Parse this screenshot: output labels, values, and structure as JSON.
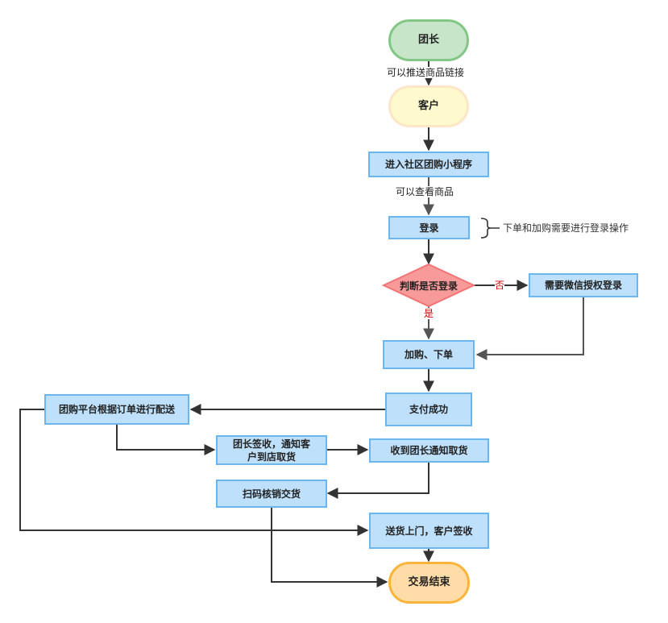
{
  "diagram": {
    "type": "flowchart",
    "nodes": {
      "start": "团长",
      "customer": "客户",
      "enter_miniprogram": "进入社区团购小程序",
      "login": "登录",
      "check_login": "判断是否登录",
      "wechat_auth": "需要微信授权登录",
      "add_order": "加购、下单",
      "payment_success": "支付成功",
      "platform_delivery": "团购平台根据订单进行配送",
      "leader_sign": "团长签收，通知客户到店取货",
      "receive_notice": "收到团长通知取货",
      "scan_verify": "扫码核销交货",
      "home_delivery": "送货上门，客户签收",
      "end": "交易结束"
    },
    "edge_labels": {
      "push_link": "可以推送商品链接",
      "view_goods": "可以查看商品",
      "no": "否",
      "yes": "是"
    },
    "annotations": {
      "login_note": "下单和加购需要进行登录操作"
    },
    "edges": [
      {
        "from": "start",
        "to": "customer",
        "label": "可以推送商品链接"
      },
      {
        "from": "customer",
        "to": "enter_miniprogram"
      },
      {
        "from": "enter_miniprogram",
        "to": "login",
        "label": "可以查看商品"
      },
      {
        "from": "login",
        "to": "check_login"
      },
      {
        "from": "check_login",
        "to": "wechat_auth",
        "label": "否"
      },
      {
        "from": "check_login",
        "to": "add_order",
        "label": "是"
      },
      {
        "from": "wechat_auth",
        "to": "add_order"
      },
      {
        "from": "add_order",
        "to": "payment_success"
      },
      {
        "from": "payment_success",
        "to": "platform_delivery"
      },
      {
        "from": "platform_delivery",
        "to": "leader_sign"
      },
      {
        "from": "platform_delivery",
        "to": "home_delivery"
      },
      {
        "from": "leader_sign",
        "to": "receive_notice"
      },
      {
        "from": "receive_notice",
        "to": "scan_verify"
      },
      {
        "from": "scan_verify",
        "to": "end"
      },
      {
        "from": "home_delivery",
        "to": "end"
      }
    ],
    "colors": {
      "process_fill": "#bfe0fb",
      "process_border": "#6cb6ee",
      "start_fill": "#c7e5c8",
      "start_border": "#82c785",
      "customer_fill": "#fffacd",
      "customer_border": "#fde6c8",
      "decision_fill": "#f89a9a",
      "decision_border": "#f27474",
      "end_fill": "#ffdca8",
      "end_border": "#fbb43a",
      "edge": "#333333",
      "yes_no_label": "#cc0000"
    }
  }
}
